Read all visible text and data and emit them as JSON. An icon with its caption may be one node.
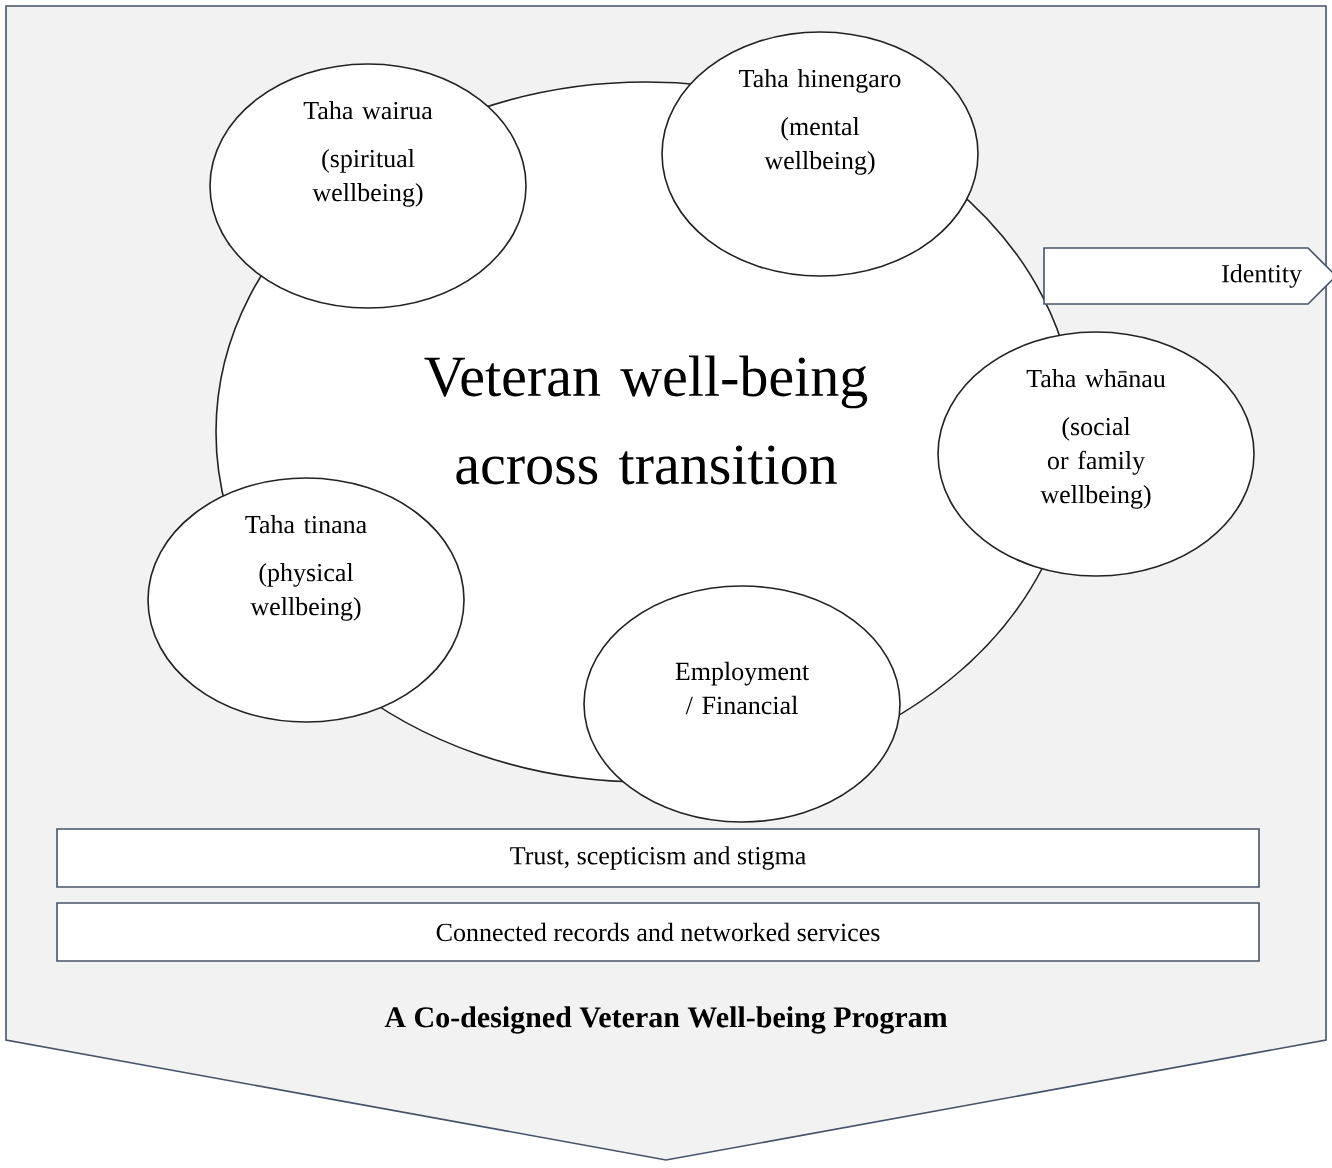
{
  "diagram": {
    "nodes": [
      {
        "text": [
          "A Co-designed Veteran Well-being Program"
        ]
      },
      {
        "text": [
          "Veteran well-being across transition"
        ],
        "in": 0
      },
      {
        "text": [
          "Taha wairua",
          "(spiritual wellbeing)"
        ],
        "in": 0
      },
      {
        "text": [
          "Taha hinengaro",
          "(mental wellbeing)"
        ],
        "in": 0
      },
      {
        "text": [
          "Identity"
        ],
        "in": 0
      },
      {
        "text": [
          "Taha whānau",
          "(social or family wellbeing)"
        ],
        "in": 0
      },
      {
        "text": [
          "Taha tinana",
          "(physical wellbeing)"
        ],
        "in": 0
      },
      {
        "text": [
          "Employment / Financial"
        ],
        "in": 0
      },
      {
        "text": [
          "Trust, scepticism and stigma"
        ],
        "in": 0
      },
      {
        "text": [
          "Connected records and networked services"
        ],
        "in": 0
      }
    ]
  }
}
